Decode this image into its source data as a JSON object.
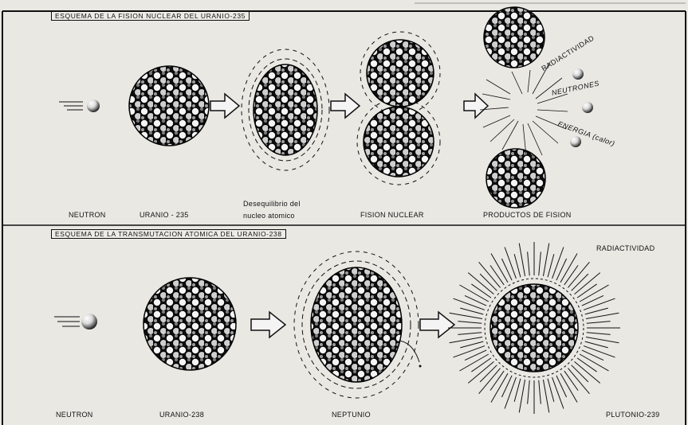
{
  "section1": {
    "title": "ESQUEMA DE LA FISION NUCLEAR DEL URANIO-235",
    "labels": {
      "neutron": "NEUTRON",
      "uranium": "URANIO - 235",
      "desequilibrio_1": "Desequilibrio del",
      "desequilibrio_2": "nucleo atomico",
      "fission": "FISION NUCLEAR",
      "products": "PRODUCTOS DE FISION"
    },
    "products": {
      "radiactividad": "RADIACTIVIDAD",
      "neutrones": "NEUTRONES",
      "energia": "ENERGIA (calor)"
    }
  },
  "section2": {
    "title": "ESQUEMA DE LA TRANSMUTACION ATOMICA DEL URANIO-238",
    "labels": {
      "neutron": "NEUTRON",
      "uranium": "URANIO-238",
      "neptunio": "NEPTUNIO",
      "plutonio": "PLUTONIO-239",
      "radiactividad": "RADIACTIVIDAD"
    }
  },
  "colors": {
    "ink": "#111111",
    "paper": "#eae8e3"
  }
}
